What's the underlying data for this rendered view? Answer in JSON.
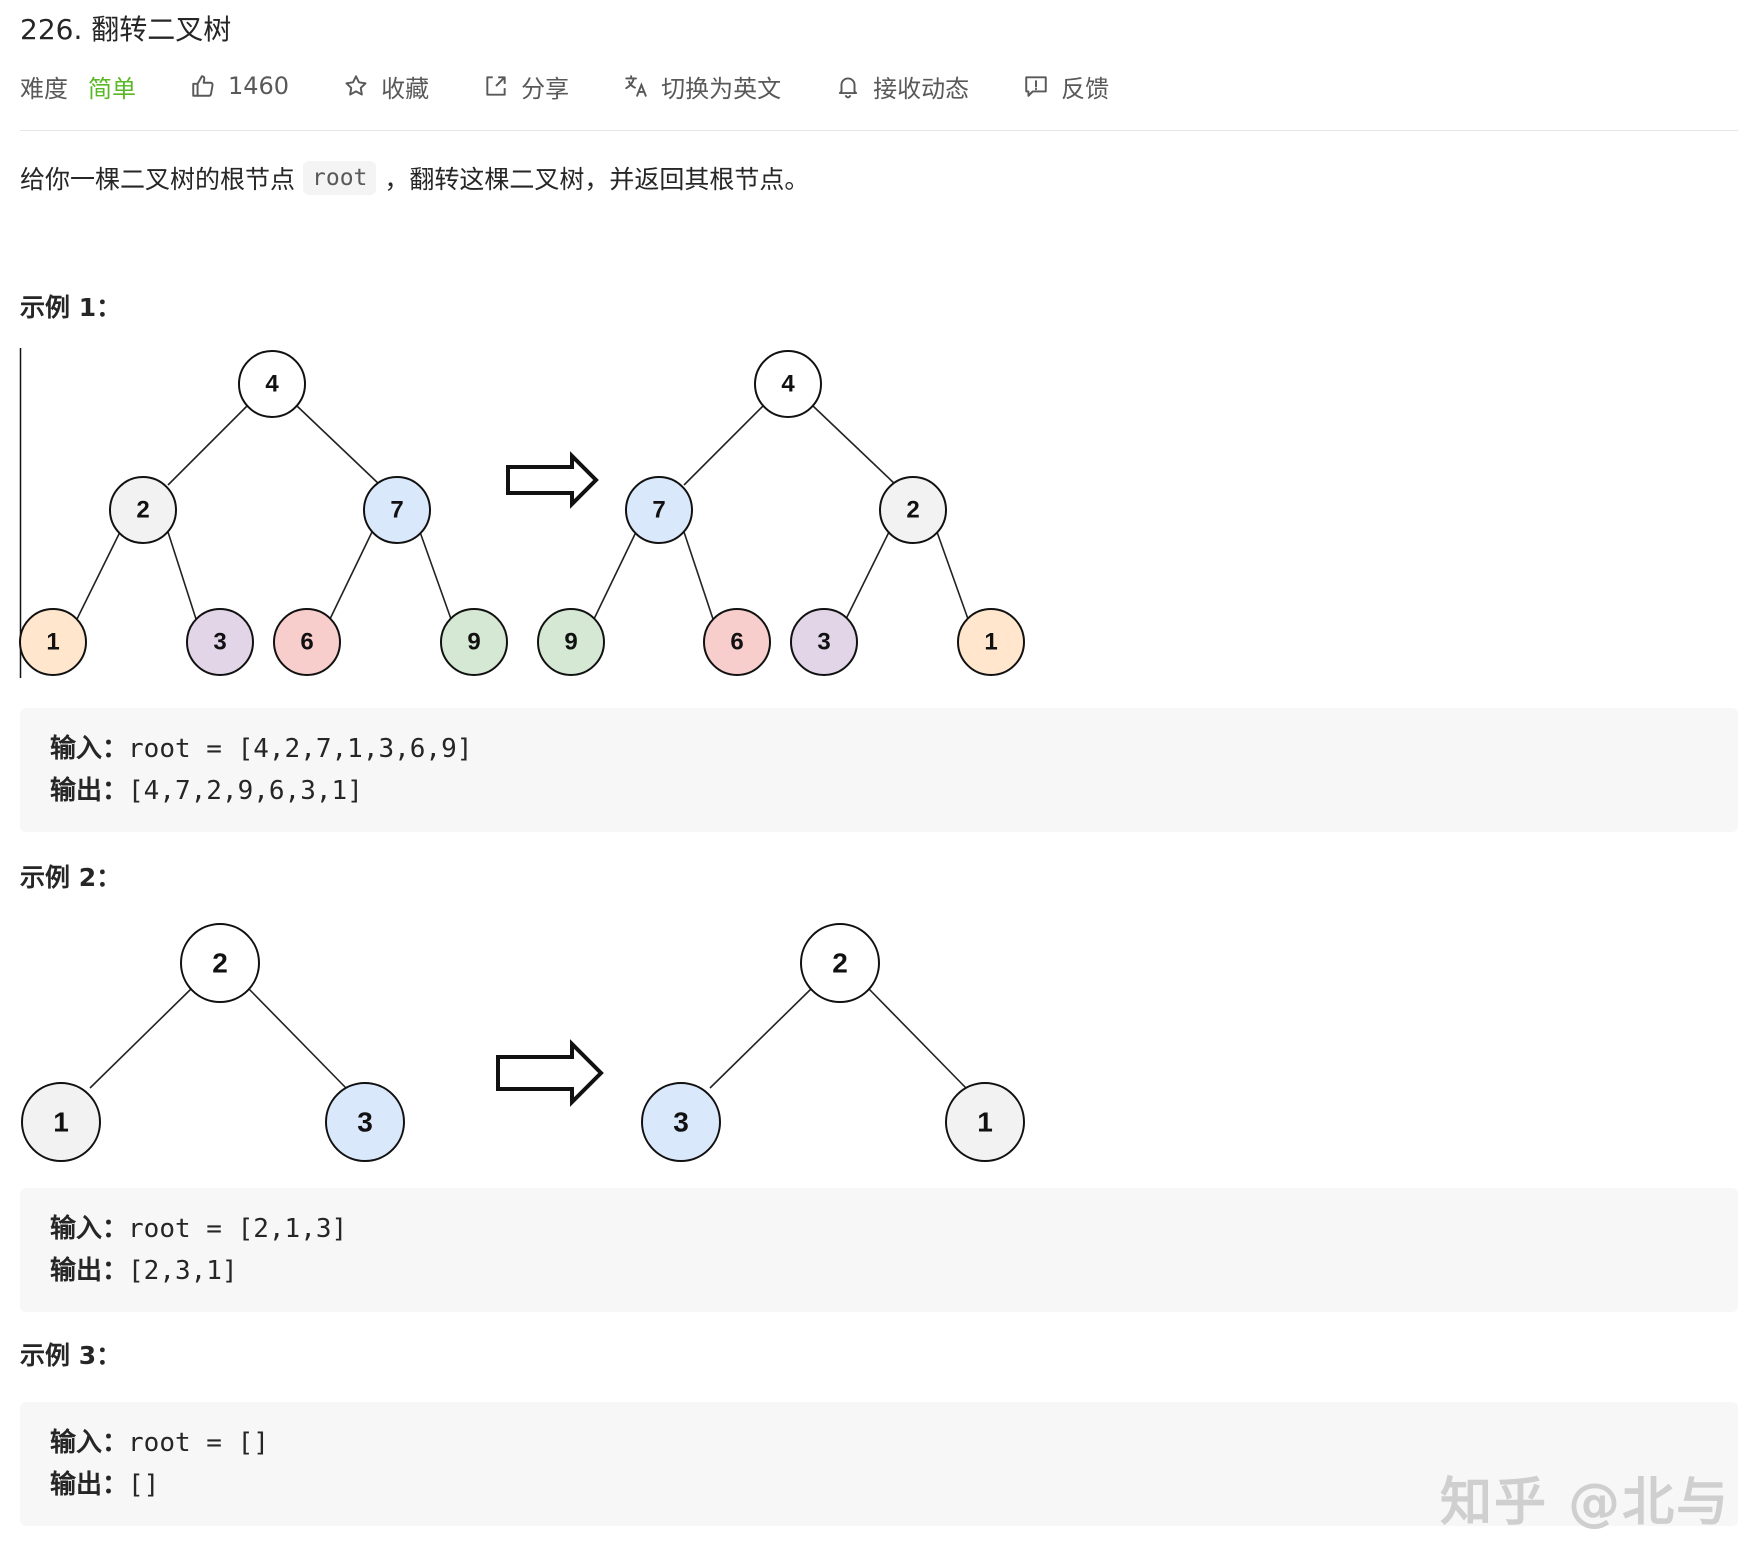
{
  "problem": {
    "title": "226. 翻转二叉树",
    "difficulty_label": "难度",
    "difficulty_value": "简单",
    "likes": "1460",
    "favorite_label": "收藏",
    "share_label": "分享",
    "switch_lang_label": "切换为英文",
    "subscribe_label": "接收动态",
    "feedback_label": "反馈"
  },
  "description": {
    "before": "给你一棵二叉树的根节点",
    "code": "root",
    "after": "，翻转这棵二叉树，并返回其根节点。"
  },
  "examples": [
    {
      "title": "示例 1：",
      "input_label": "输入：",
      "input_value": "root = [4,2,7,1,3,6,9]",
      "output_label": "输出：",
      "output_value": "[4,7,2,9,6,3,1]",
      "trees": {
        "before": [
          "4",
          "2",
          "7",
          "1",
          "3",
          "6",
          "9"
        ],
        "after": [
          "4",
          "7",
          "2",
          "9",
          "6",
          "3",
          "1"
        ]
      }
    },
    {
      "title": "示例 2：",
      "input_label": "输入：",
      "input_value": "root = [2,1,3]",
      "output_label": "输出：",
      "output_value": "[2,3,1]",
      "trees": {
        "before": [
          "2",
          "1",
          "3"
        ],
        "after": [
          "2",
          "3",
          "1"
        ]
      }
    },
    {
      "title": "示例 3：",
      "input_label": "输入：",
      "input_value": "root = []",
      "output_label": "输出：",
      "output_value": "[]"
    }
  ],
  "colors": {
    "difficulty_easy": "#5ab726",
    "node_white": "#ffffff",
    "node_gray": "#f2f2f2",
    "node_blue": "#dae8fc",
    "node_orange": "#ffe6cc",
    "node_purple": "#e1d5e7",
    "node_red": "#f8cecc",
    "node_green": "#d5e8d4"
  },
  "watermark": "知乎 @北与"
}
